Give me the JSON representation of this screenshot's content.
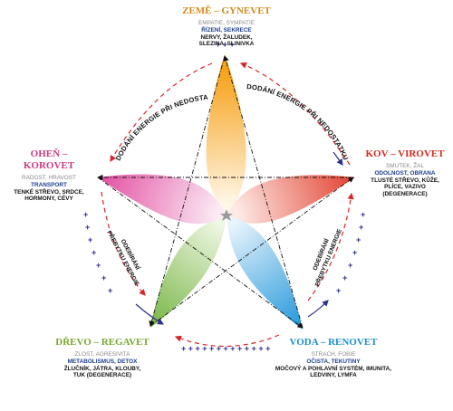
{
  "elements": {
    "earth": {
      "title": "ZEMĚ – GYNEVET",
      "emotion": "EMPATIE, SYMPATIE",
      "function": "ŘÍZENÍ, SEKRECE",
      "organs": "NERVY, ŽALUDEK, SLEZINA, SLINIVKA",
      "color": "#d68a1c",
      "fill": "#f6a21a"
    },
    "metal": {
      "title": "KOV – VIROVET",
      "emotion": "SMUTEK, ŽAL",
      "function": "ODOLNOST, OBRANA",
      "organs": "TLUSTÉ STŘEVO, KŮŽE, PLÍCE, VAZIVO (DEGENERACE)",
      "color": "#d42a1e",
      "fill": "#e0311f"
    },
    "water": {
      "title": "VODA – RENOVET",
      "emotion": "STRACH, FOBIE",
      "function": "OČISTA, TEKUTINY",
      "organs": "MOČOVÝ A POHLAVNÍ SYSTÉM, IMUNITA, LEDVINY, LYMFA",
      "color": "#1b8fd0",
      "fill": "#1490d8"
    },
    "wood": {
      "title": "DŘEVO – REGAVET",
      "emotion": "ZLOST, AGRESIVITA",
      "function": "METABOLISMUS, DETOX",
      "organs": "ŽLUČNÍK, JÁTRA, KLOUBY, TUK (DEGENERACE)",
      "color": "#7aa832",
      "fill": "#6fb038"
    },
    "fire": {
      "title": "OHEŇ – KOROVET",
      "emotion": "RADOST, HRAVOST",
      "function": "TRANSPORT",
      "organs": "TENKÉ STŘEVO, SRDCE, HORMONY, CÉVY",
      "color": "#d03a82",
      "fill": "#e0409a"
    }
  },
  "labels": {
    "supply_left": "DODÁNÍ ENERGIE PŘI NEDOSTATKU",
    "supply_right": "DODÁNÍ ENERGIE PŘI NEDOSTATKU",
    "drain_left_line1": "ODEBÍRÁNÍ",
    "drain_left_line2": "PŘEBYTKU ENERGIE",
    "drain_right_line1": "ODEBÍRÁNÍ",
    "drain_right_line2": "PŘEBYTKU ENERGIE"
  },
  "colors": {
    "arrow_red": "#d6262b",
    "arrow_blue": "#2c2f8f",
    "center_star": "#9a9a9a"
  },
  "icons": {
    "center": "five-point-star-icon"
  }
}
